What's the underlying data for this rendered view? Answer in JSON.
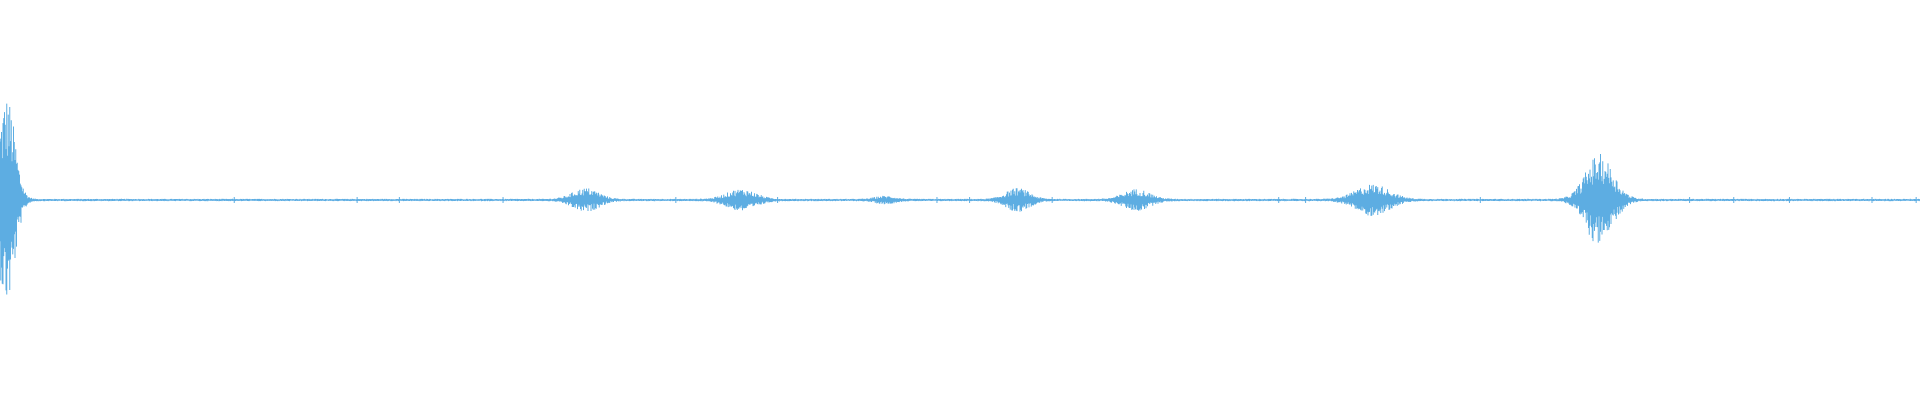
{
  "waveform": {
    "color": "#5dade2",
    "background": "#ffffff",
    "amplitude_scale": "linear",
    "duration_fraction_axis": [
      0,
      1
    ],
    "bursts": [
      {
        "position": 0.0035,
        "peak": 0.52,
        "spread": 0.006,
        "density": 1.0
      },
      {
        "position": 0.305,
        "peak": 0.055,
        "spread": 0.0095,
        "density": 0.9
      },
      {
        "position": 0.386,
        "peak": 0.05,
        "spread": 0.0105,
        "density": 0.9
      },
      {
        "position": 0.461,
        "peak": 0.016,
        "spread": 0.007,
        "density": 0.7
      },
      {
        "position": 0.53,
        "peak": 0.055,
        "spread": 0.0085,
        "density": 0.9
      },
      {
        "position": 0.592,
        "peak": 0.05,
        "spread": 0.0095,
        "density": 0.9
      },
      {
        "position": 0.715,
        "peak": 0.075,
        "spread": 0.012,
        "density": 0.9
      },
      {
        "position": 0.833,
        "peak": 0.225,
        "spread": 0.01,
        "density": 1.0
      }
    ],
    "noise_floor": 0.006,
    "spike_positions": [
      0.122,
      0.186,
      0.208,
      0.262,
      0.352,
      0.405,
      0.488,
      0.505,
      0.548,
      0.666,
      0.68,
      0.771,
      0.88,
      0.903,
      0.932,
      0.975,
      0.998
    ]
  }
}
